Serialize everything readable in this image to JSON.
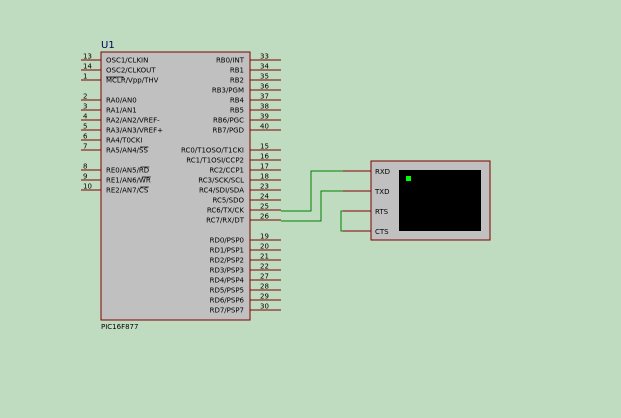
{
  "diagram": {
    "colors": {
      "background": "#c0dcc0",
      "component_fill": "#c0c0c0",
      "component_outline": "#800000",
      "wire": "#008000",
      "terminal_screen": "#000000",
      "cursor": "#00ff00"
    },
    "microcontroller": {
      "ref": "U1",
      "part": "PIC16F877",
      "left_pins": [
        {
          "num": "13",
          "label": "OSC1/CLKIN"
        },
        {
          "num": "14",
          "label": "OSC2/CLKOUT"
        },
        {
          "num": "1",
          "label": "MCLR/Vpp/THV"
        },
        {
          "num": "2",
          "label": "RA0/AN0"
        },
        {
          "num": "3",
          "label": "RA1/AN1"
        },
        {
          "num": "4",
          "label": "RA2/AN2/VREF-"
        },
        {
          "num": "5",
          "label": "RA3/AN3/VREF+"
        },
        {
          "num": "6",
          "label": "RA4/T0CKI"
        },
        {
          "num": "7",
          "label": "RA5/AN4/SS"
        },
        {
          "num": "8",
          "label": "RE0/AN5/RD"
        },
        {
          "num": "9",
          "label": "RE1/AN6/WR"
        },
        {
          "num": "10",
          "label": "RE2/AN7/CS"
        }
      ],
      "right_pins": [
        {
          "num": "33",
          "label": "RB0/INT"
        },
        {
          "num": "34",
          "label": "RB1"
        },
        {
          "num": "35",
          "label": "RB2"
        },
        {
          "num": "36",
          "label": "RB3/PGM"
        },
        {
          "num": "37",
          "label": "RB4"
        },
        {
          "num": "38",
          "label": "RB5"
        },
        {
          "num": "39",
          "label": "RB6/PGC"
        },
        {
          "num": "40",
          "label": "RB7/PGD"
        },
        {
          "num": "15",
          "label": "RC0/T1OSO/T1CKI"
        },
        {
          "num": "16",
          "label": "RC1/T1OSI/CCP2"
        },
        {
          "num": "17",
          "label": "RC2/CCP1"
        },
        {
          "num": "18",
          "label": "RC3/SCK/SCL"
        },
        {
          "num": "23",
          "label": "RC4/SDI/SDA"
        },
        {
          "num": "24",
          "label": "RC5/SDO"
        },
        {
          "num": "25",
          "label": "RC6/TX/CK"
        },
        {
          "num": "26",
          "label": "RC7/RX/DT"
        },
        {
          "num": "19",
          "label": "RD0/PSP0"
        },
        {
          "num": "20",
          "label": "RD1/PSP1"
        },
        {
          "num": "21",
          "label": "RD2/PSP2"
        },
        {
          "num": "22",
          "label": "RD3/PSP3"
        },
        {
          "num": "27",
          "label": "RD4/PSP4"
        },
        {
          "num": "28",
          "label": "RD5/PSP5"
        },
        {
          "num": "29",
          "label": "RD6/PSP6"
        },
        {
          "num": "30",
          "label": "RD7/PSP7"
        }
      ]
    },
    "terminal": {
      "pins": [
        "RXD",
        "TXD",
        "RTS",
        "CTS"
      ]
    }
  }
}
